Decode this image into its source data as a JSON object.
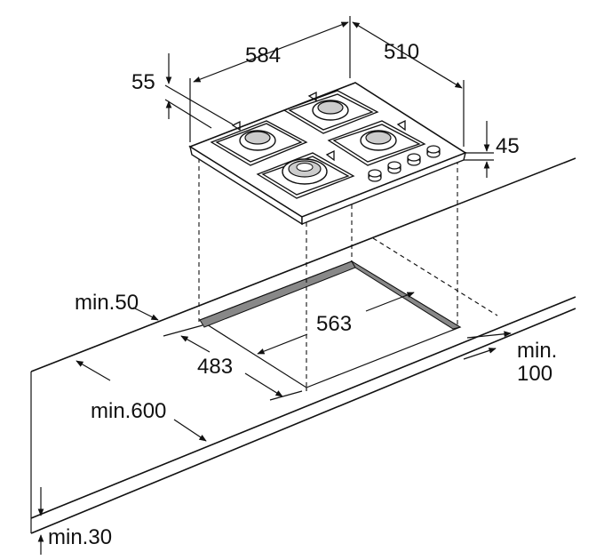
{
  "dimensions": {
    "width_584": "584",
    "depth_510": "510",
    "glass_55": "55",
    "height_45": "45",
    "cutout_563": "563",
    "cutout_483": "483",
    "min_50": "min.50",
    "min_600": "min.600",
    "min_100_line1": "min.",
    "min_100_line2": "100",
    "min_30": "min.30"
  },
  "colors": {
    "line": "#111111",
    "cutout_edge": "#888888",
    "background": "#ffffff"
  }
}
